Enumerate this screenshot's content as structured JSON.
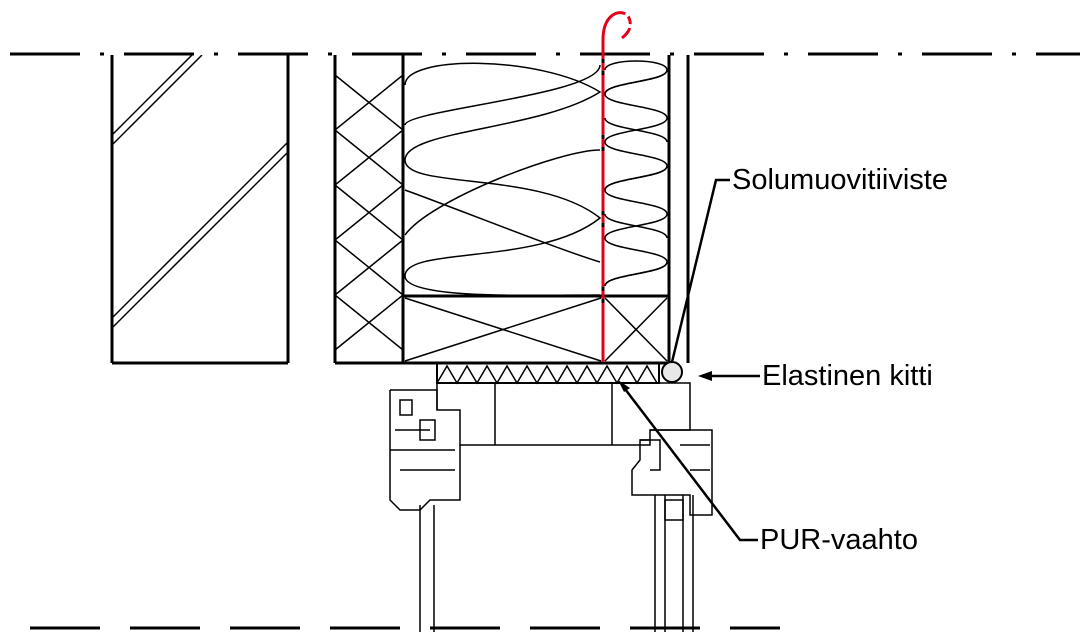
{
  "labels": {
    "seal": "Solumuovitiiviste",
    "sealant": "Elastinen kitti",
    "foam": "PUR-vaahto"
  },
  "colors": {
    "line": "#000000",
    "vapour_barrier": "#e3001b",
    "background": "#ffffff"
  }
}
